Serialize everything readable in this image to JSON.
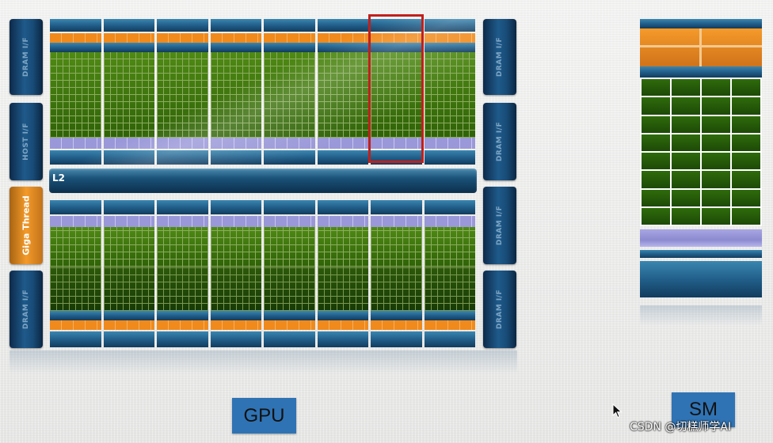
{
  "diagram": {
    "gpu_caption": "GPU",
    "sm_caption": "SM",
    "l2_label": "L2",
    "giga_thread_label": "Giga Thread",
    "left_side_labels": [
      "DRAM I/F",
      "HOST I/F",
      "DRAM I/F"
    ],
    "right_side_labels": [
      "DRAM I/F",
      "DRAM I/F",
      "DRAM I/F",
      "DRAM I/F"
    ],
    "sm_columns_per_half": 8,
    "highlighted_sm_column": 7,
    "colors": {
      "highlight": "#c0201c",
      "core_green": "#3f7a10",
      "cache_orange": "#f08a1c",
      "lavender": "#9a98d8",
      "blue": "#215f8a"
    }
  },
  "watermark": "CSDN @切糕师学AI",
  "cursor": "mouse-pointer-icon"
}
